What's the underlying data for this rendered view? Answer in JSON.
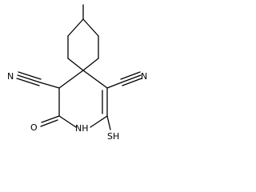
{
  "molecule": {
    "atom_labels": {
      "nitrile_n_left": "N",
      "nitrile_n_right": "N",
      "carbonyl_o": "O",
      "amide_nh": "NH",
      "thiol_sh": "SH"
    },
    "colors": {
      "bond": "#000000",
      "label": "#000000",
      "background": "#ffffff"
    }
  }
}
